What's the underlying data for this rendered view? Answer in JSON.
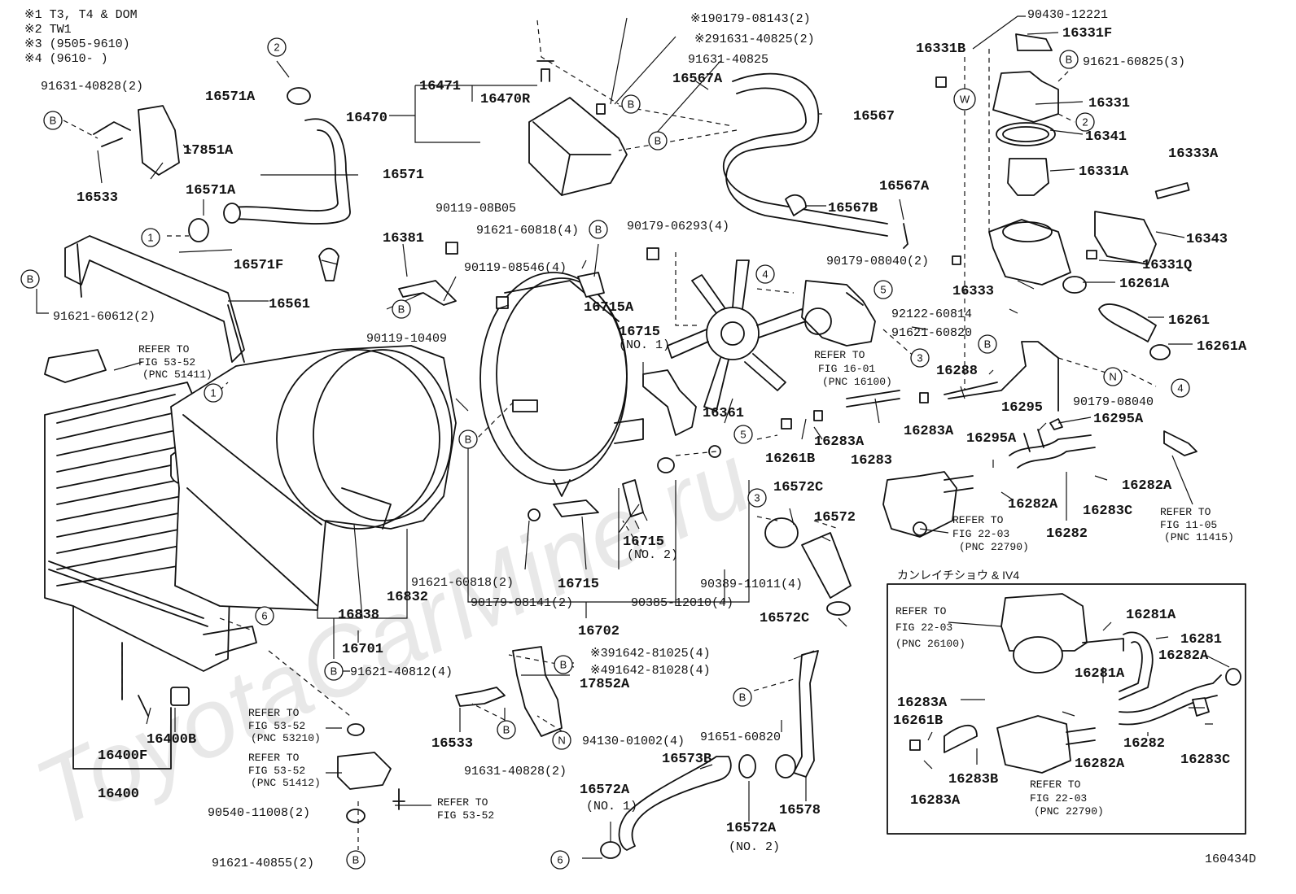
{
  "legend": [
    {
      "mark": "※1",
      "text": "T3, T4 & DOM"
    },
    {
      "mark": "※2",
      "text": "TW1"
    },
    {
      "mark": "※3",
      "text": "(9505-9610)"
    },
    {
      "mark": "※4",
      "text": "(9610-        )"
    }
  ],
  "watermark": "ToyotaCarMine.ru",
  "figure_code": "160434D",
  "inset_title": "カンレイチショウ & IV4",
  "part_labels": [
    {
      "id": "p1",
      "text": "91631-40828(2)"
    },
    {
      "id": "p2",
      "text": "16571A"
    },
    {
      "id": "p3",
      "text": "17851A"
    },
    {
      "id": "p4",
      "text": "16533"
    },
    {
      "id": "p5",
      "text": "16571A"
    },
    {
      "id": "p6",
      "text": "16571"
    },
    {
      "id": "p7",
      "text": "16571F"
    },
    {
      "id": "p8",
      "text": "16561"
    },
    {
      "id": "p9",
      "text": "91621-60612(2)"
    },
    {
      "id": "p10",
      "text": "16471"
    },
    {
      "id": "p11",
      "text": "16470"
    },
    {
      "id": "p12",
      "text": "16470R"
    },
    {
      "id": "p13",
      "text": "90179-08143(2)"
    },
    {
      "id": "p14",
      "text": "91631-40825(2)"
    },
    {
      "id": "p15",
      "text": "91631-40825"
    },
    {
      "id": "p16",
      "text": "16567A"
    },
    {
      "id": "p17",
      "text": "16567"
    },
    {
      "id": "p18",
      "text": "16567B"
    },
    {
      "id": "p19",
      "text": "16567A"
    },
    {
      "id": "p20",
      "text": "90430-12221"
    },
    {
      "id": "p21",
      "text": "16331B"
    },
    {
      "id": "p22",
      "text": "16331F"
    },
    {
      "id": "p23",
      "text": "91621-60825(3)"
    },
    {
      "id": "p24",
      "text": "16331"
    },
    {
      "id": "p25",
      "text": "16341"
    },
    {
      "id": "p26",
      "text": "16333A"
    },
    {
      "id": "p27",
      "text": "16331A"
    },
    {
      "id": "p28",
      "text": "16343"
    },
    {
      "id": "p29",
      "text": "16331Q"
    },
    {
      "id": "p30",
      "text": "16333"
    },
    {
      "id": "p31",
      "text": "16261A"
    },
    {
      "id": "p32",
      "text": "16261"
    },
    {
      "id": "p33",
      "text": "16261A"
    },
    {
      "id": "p34",
      "text": "90179-08040(2)"
    },
    {
      "id": "p35",
      "text": "92122-60814"
    },
    {
      "id": "p36",
      "text": "91621-60820"
    },
    {
      "id": "p37",
      "text": "90179-08040"
    },
    {
      "id": "p38",
      "text": "16288"
    },
    {
      "id": "p39",
      "text": "16295"
    },
    {
      "id": "p40",
      "text": "16295A"
    },
    {
      "id": "p41",
      "text": "16295A"
    },
    {
      "id": "p42",
      "text": "16283A"
    },
    {
      "id": "p43",
      "text": "16282A"
    },
    {
      "id": "p44",
      "text": "16283C"
    },
    {
      "id": "p45",
      "text": "16282A"
    },
    {
      "id": "p46",
      "text": "16282"
    },
    {
      "id": "p47",
      "text": "90119-08B05"
    },
    {
      "id": "p48",
      "text": "16381"
    },
    {
      "id": "p49",
      "text": "91621-60818(4)"
    },
    {
      "id": "p50",
      "text": "90119-08546(4)"
    },
    {
      "id": "p51",
      "text": "16715A"
    },
    {
      "id": "p52",
      "text": "90119-10409"
    },
    {
      "id": "p53",
      "text": "90179-06293(4)"
    },
    {
      "id": "p54",
      "text": "16715"
    },
    {
      "id": "p55",
      "text": "(NO. 1)"
    },
    {
      "id": "p56",
      "text": "16361"
    },
    {
      "id": "p57",
      "text": "16261B"
    },
    {
      "id": "p58",
      "text": "16283A"
    },
    {
      "id": "p59",
      "text": "16283"
    },
    {
      "id": "p60",
      "text": "16572C"
    },
    {
      "id": "p61",
      "text": "16572"
    },
    {
      "id": "p62",
      "text": "16572C"
    },
    {
      "id": "p63",
      "text": "16715"
    },
    {
      "id": "p64",
      "text": "(NO. 2)"
    },
    {
      "id": "p65",
      "text": "90389-11011(4)"
    },
    {
      "id": "p66",
      "text": "90385-12010(4)"
    },
    {
      "id": "p67",
      "text": "91621-60818(2)"
    },
    {
      "id": "p68",
      "text": "90179-08141(2)"
    },
    {
      "id": "p69",
      "text": "16715"
    },
    {
      "id": "p70",
      "text": "16702"
    },
    {
      "id": "p71",
      "text": "16838"
    },
    {
      "id": "p72",
      "text": "16832"
    },
    {
      "id": "p73",
      "text": "16701"
    },
    {
      "id": "p74",
      "text": "91621-40812(4)"
    },
    {
      "id": "p75",
      "text": "91642-81025(4)"
    },
    {
      "id": "p76",
      "text": "91642-81028(4)"
    },
    {
      "id": "p77",
      "text": "17852A"
    },
    {
      "id": "p78",
      "text": "16533"
    },
    {
      "id": "p79",
      "text": "91631-40828(2)"
    },
    {
      "id": "p80",
      "text": "94130-01002(4)"
    },
    {
      "id": "p81",
      "text": "91651-60820"
    },
    {
      "id": "p82",
      "text": "16573B"
    },
    {
      "id": "p83",
      "text": "16572A"
    },
    {
      "id": "p84",
      "text": "(NO. 1)"
    },
    {
      "id": "p85",
      "text": "16572A"
    },
    {
      "id": "p86",
      "text": "(NO. 2)"
    },
    {
      "id": "p87",
      "text": "16578"
    },
    {
      "id": "p88",
      "text": "16400B"
    },
    {
      "id": "p89",
      "text": "16400F"
    },
    {
      "id": "p90",
      "text": "16400"
    },
    {
      "id": "p91",
      "text": "90540-11008(2)"
    },
    {
      "id": "p92",
      "text": "91621-40855(2)"
    },
    {
      "id": "p93",
      "text": "16281A"
    },
    {
      "id": "p94",
      "text": "16281"
    },
    {
      "id": "p95",
      "text": "16282A"
    },
    {
      "id": "p96",
      "text": "16281A"
    },
    {
      "id": "p97",
      "text": "16283A"
    },
    {
      "id": "p98",
      "text": "16261B"
    },
    {
      "id": "p99",
      "text": "16282A"
    },
    {
      "id": "p100",
      "text": "16282"
    },
    {
      "id": "p101",
      "text": "16283C"
    },
    {
      "id": "p102",
      "text": "16283B"
    },
    {
      "id": "p103",
      "text": "16283A"
    }
  ],
  "refer_notes": [
    {
      "id": "r1",
      "lines": [
        "REFER TO",
        "FIG 53-52",
        "(PNC 51411)"
      ]
    },
    {
      "id": "r2",
      "lines": [
        "REFER TO",
        "FIG 16-01",
        "(PNC 16100)"
      ]
    },
    {
      "id": "r3",
      "lines": [
        "REFER TO",
        "FIG 22-03",
        "(PNC 22790)"
      ]
    },
    {
      "id": "r4",
      "lines": [
        "REFER TO",
        "FIG 11-05",
        "(PNC 11415)"
      ]
    },
    {
      "id": "r5",
      "lines": [
        "REFER TO",
        "FIG 53-52",
        "(PNC 53210)"
      ]
    },
    {
      "id": "r6",
      "lines": [
        "REFER TO",
        "FIG 53-52",
        "(PNC 51412)"
      ]
    },
    {
      "id": "r7",
      "lines": [
        "REFER TO",
        "FIG 53-52"
      ]
    },
    {
      "id": "r8",
      "lines": [
        "REFER TO",
        "FIG 22-03",
        "(PNC 26100)"
      ]
    },
    {
      "id": "r9",
      "lines": [
        "REFER TO",
        "FIG 22-03",
        "(PNC 22790)"
      ]
    }
  ],
  "circle_markers": [
    {
      "id": "m1",
      "text": "2"
    },
    {
      "id": "m2",
      "text": "B"
    },
    {
      "id": "m3",
      "text": "1"
    },
    {
      "id": "m4",
      "text": "B"
    },
    {
      "id": "m5",
      "text": "B"
    },
    {
      "id": "m6",
      "text": "B"
    },
    {
      "id": "m7",
      "text": "B"
    },
    {
      "id": "m8",
      "text": "B"
    },
    {
      "id": "m9",
      "text": "W"
    },
    {
      "id": "m10",
      "text": "B"
    },
    {
      "id": "m11",
      "text": "2"
    },
    {
      "id": "m12",
      "text": "4"
    },
    {
      "id": "m13",
      "text": "5"
    },
    {
      "id": "m14",
      "text": "3"
    },
    {
      "id": "m15",
      "text": "B"
    },
    {
      "id": "m16",
      "text": "N"
    },
    {
      "id": "m17",
      "text": "4"
    },
    {
      "id": "m18",
      "text": "5"
    },
    {
      "id": "m19",
      "text": "3"
    },
    {
      "id": "m20",
      "text": "B"
    },
    {
      "id": "m21",
      "text": "1"
    },
    {
      "id": "m22",
      "text": "6"
    },
    {
      "id": "m23",
      "text": "B"
    },
    {
      "id": "m24",
      "text": "B"
    },
    {
      "id": "m25",
      "text": "B"
    },
    {
      "id": "m26",
      "text": "N"
    },
    {
      "id": "m27",
      "text": "B"
    },
    {
      "id": "m28",
      "text": "6"
    },
    {
      "id": "m29",
      "text": "B"
    },
    {
      "id": "m30",
      "text": "B"
    }
  ]
}
